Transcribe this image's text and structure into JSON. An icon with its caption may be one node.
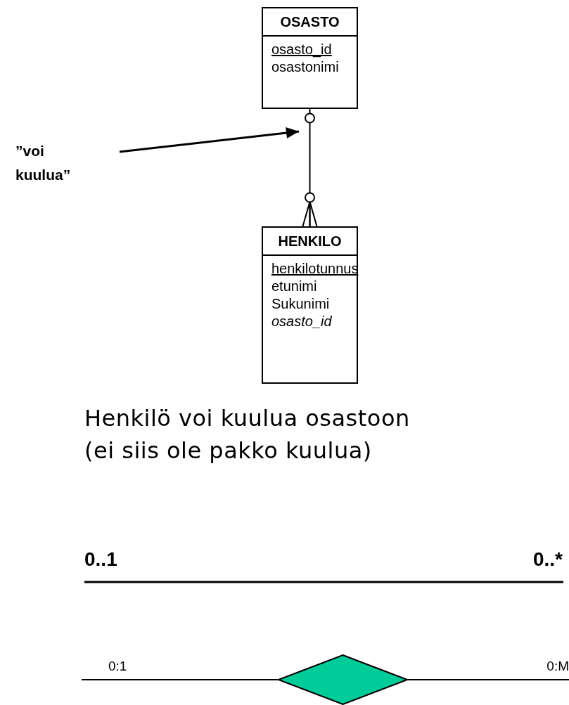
{
  "diagram": {
    "nodes": [
      {
        "text": [
          "OSASTO",
          "osasto_id",
          "osastonimi"
        ]
      },
      {
        "text": [
          "”voi kuulua”"
        ]
      },
      {
        "text": [
          "HENKILO",
          "henkilotunnus",
          "etunimi",
          "Sukunimi",
          "osasto_id"
        ]
      },
      {
        "text": [],
        "shape": "diamond"
      }
    ],
    "edges": [
      {
        "from": 0,
        "to": 2,
        "arrow": "other"
      },
      {
        "from": 1,
        "to": null,
        "arrow": "to"
      },
      {
        "from": null,
        "to": 3,
        "arrow": "none"
      },
      {
        "from": 3,
        "to": null,
        "arrow": "none"
      }
    ],
    "labels": [
      "Henkilö voi kuulua osastoon (ei siis ole pakko kuulua)",
      "0..1",
      "0..*",
      "0:1",
      "0:M"
    ]
  }
}
